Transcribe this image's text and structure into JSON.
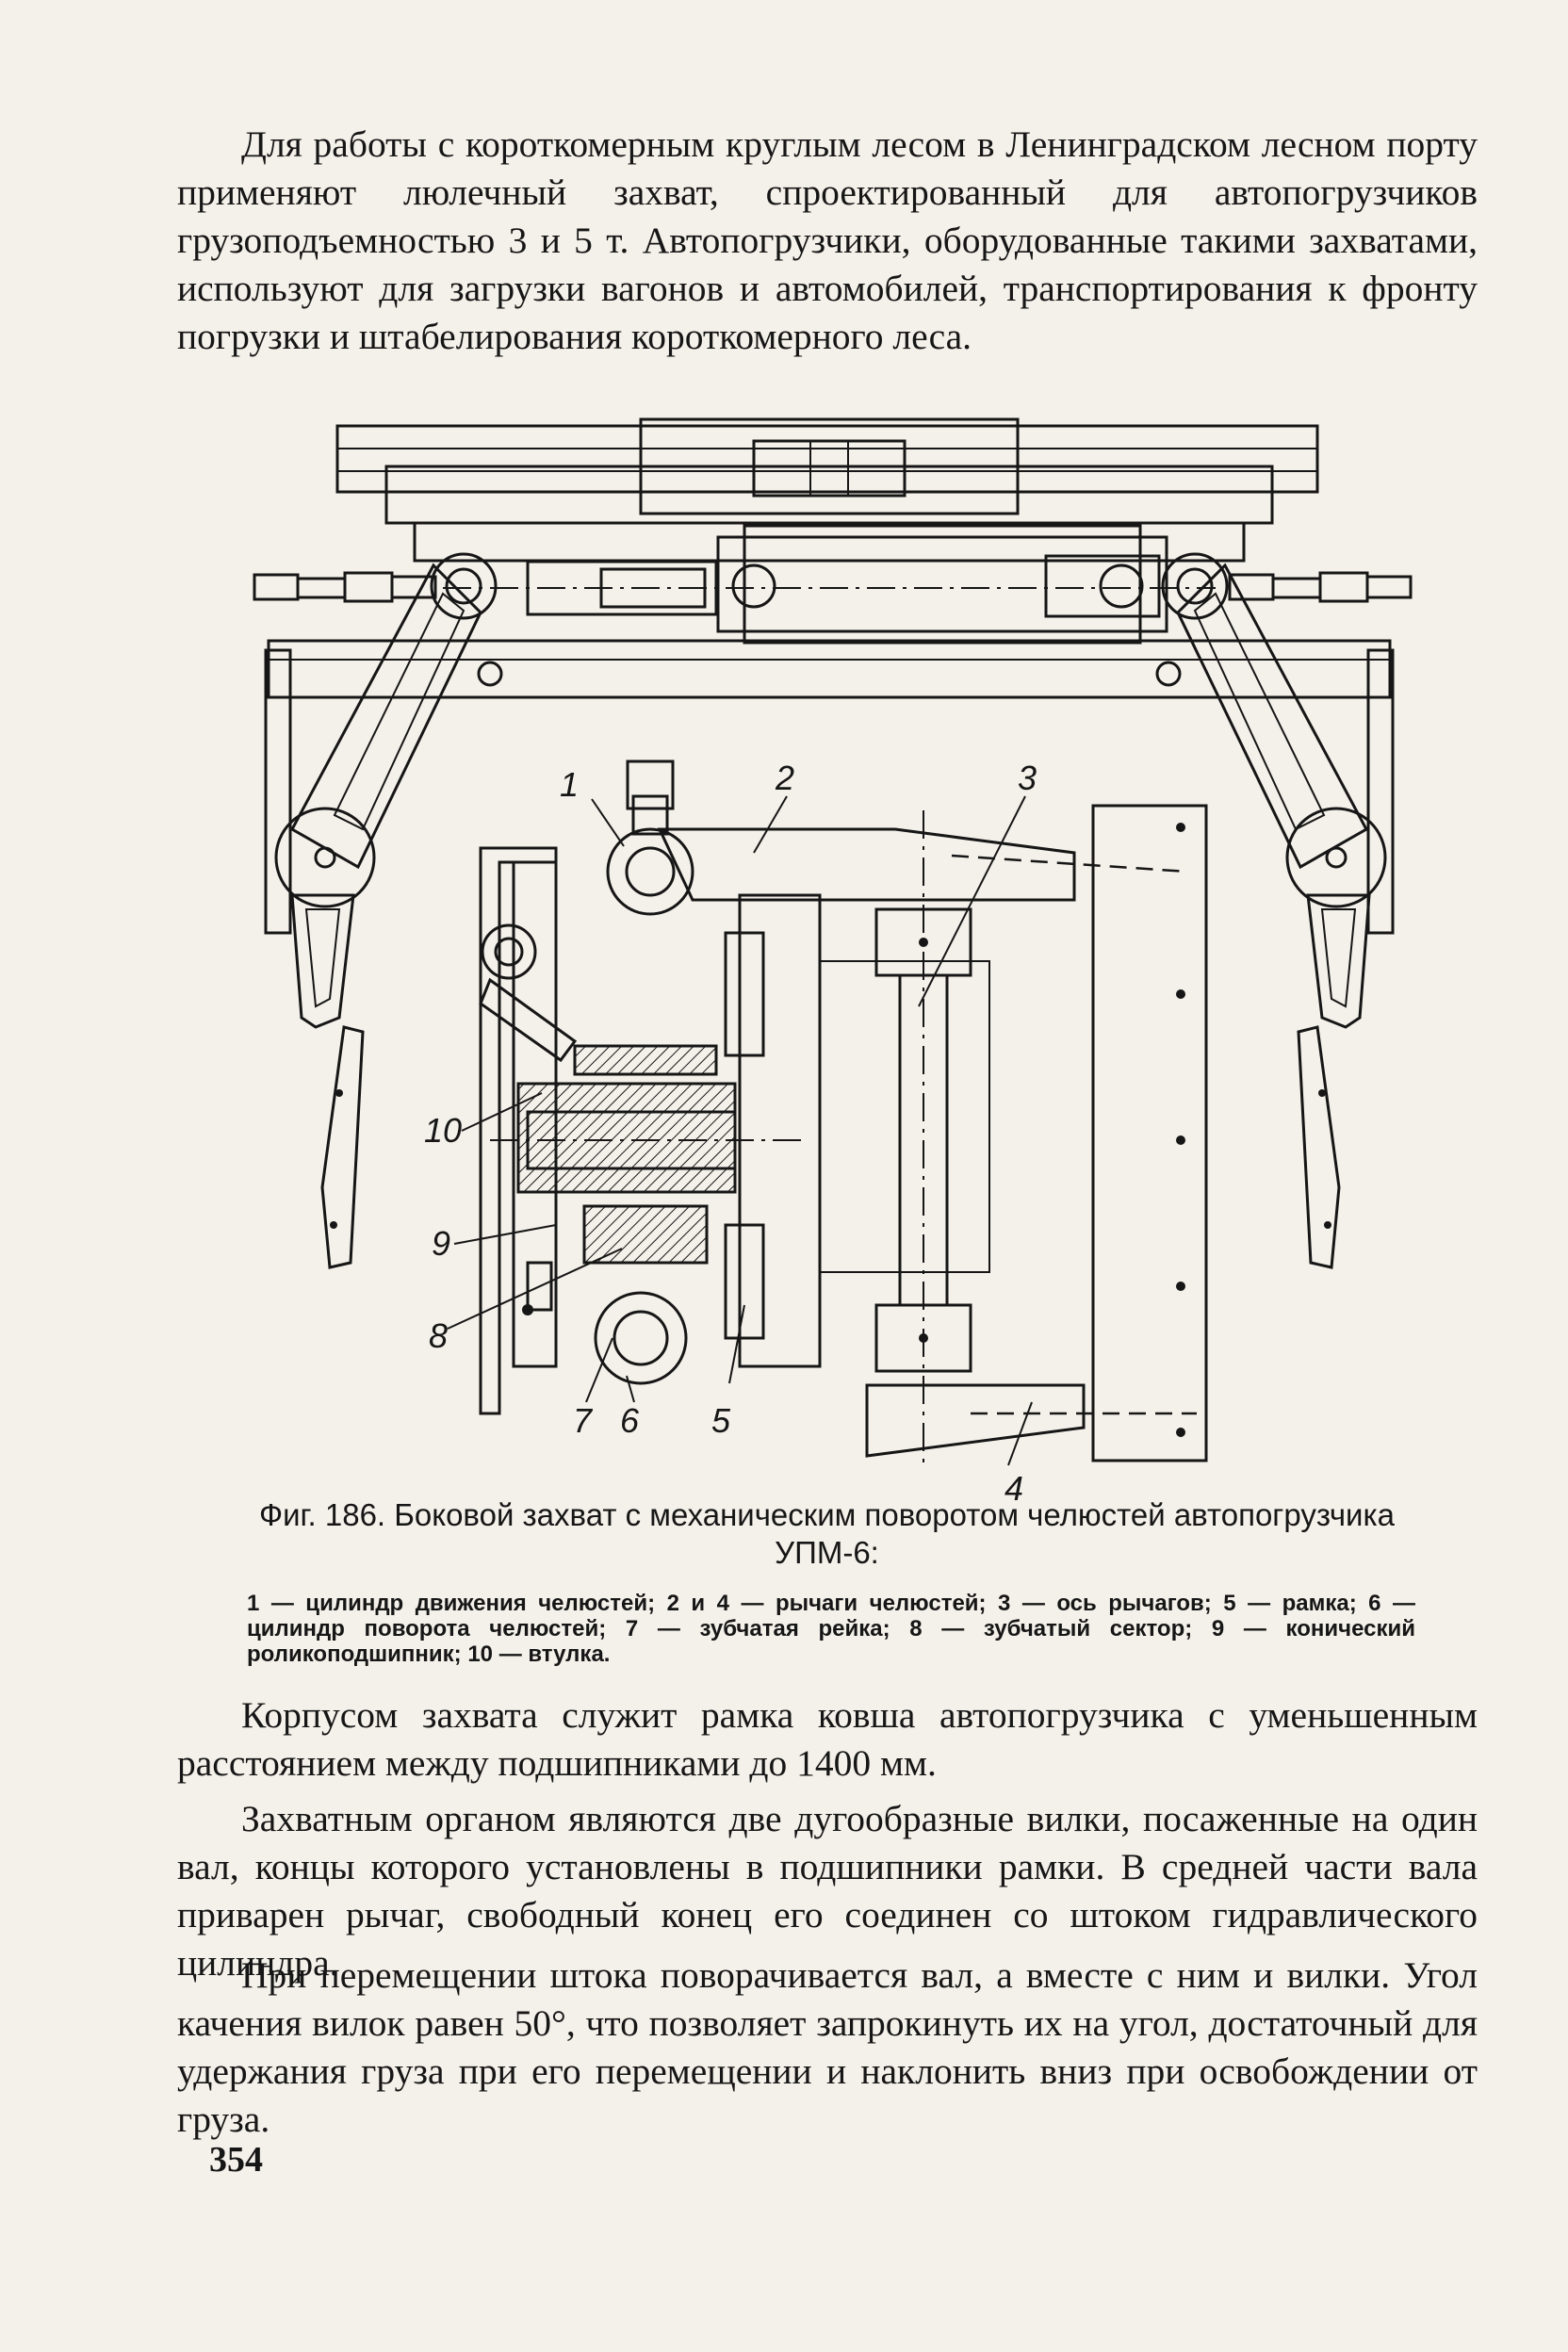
{
  "page": {
    "paragraph_top": "Для работы с короткомерным круглым лесом в Ленинградском лесном порту применяют люлечный захват, спроектированный для автопогрузчиков грузоподъемностью 3 и 5 т. Автопогрузчики, оборудованные такими захватами, используют для загрузки вагонов и автомобилей, транспортирования к фронту погрузки и штабелирования короткомерного леса.",
    "caption_title": "Фиг. 186. Боковой захват с механическим поворотом челюстей автопогрузчика УПМ-6:",
    "legend": "1 — цилиндр движения челюстей; 2 и 4 — рычаги челюстей; 3 — ось рычагов; 5 — рамка; 6 — цилиндр поворота челюстей; 7 — зубчатая рейка; 8 — зубчатый сектор; 9 — конический роликоподшипник; 10 — втулка.",
    "paragraph_2": "Корпусом захвата служит рамка ковша автопогрузчика с уменьшенным расстоянием между подшипниками до 1400 мм.",
    "paragraph_3": "Захватным органом являются две дугообразные вилки, посаженные на один вал, концы которого установлены в подшипники рамки. В средней части вала приварен рычаг, свободный конец его соединен со штоком гидравлического цилиндра.",
    "paragraph_4": "При перемещении штока поворачивается вал, а вместе с ним и вилки. Угол качения вилок равен 50°, что позволяет запрокинуть их на угол, достаточный для удержания груза при его перемещении и наклонить вниз при освобождении от груза.",
    "page_number": "354"
  },
  "figure": {
    "labels": {
      "l1": "1",
      "l2": "2",
      "l3": "3",
      "l4": "4",
      "l5": "5",
      "l6": "6",
      "l7": "7",
      "l8": "8",
      "l9": "9",
      "l10": "10"
    }
  }
}
